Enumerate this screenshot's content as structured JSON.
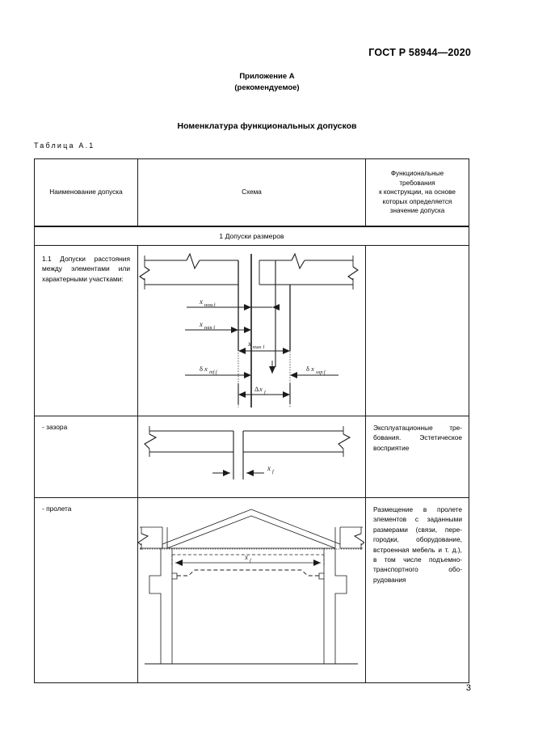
{
  "document": {
    "standard_number": "ГОСТ Р 58944—2020",
    "appendix_title": "Приложение А",
    "appendix_subtitle": "(рекомендуемое)",
    "section_title": "Номенклатура функциональных допусков",
    "table_caption": "Таблица А.1",
    "page_number": "3"
  },
  "table": {
    "headers": {
      "col1": "Наименование допуска",
      "col2": "Схема",
      "col3_line1": "Функциональные",
      "col3_line2": "требования",
      "col3_line3": "к конструкции, на основе",
      "col3_line4": "которых определяется",
      "col3_line5": "значение допуска"
    },
    "section_row": "1 Допуски размеров",
    "rows": [
      {
        "name": "1.1 Допуски расстоя­ния между элемента­ми или характерными участками:",
        "requirement": "",
        "scheme": "dimension-tolerance-diagram",
        "labels": {
          "nom": "ном.f",
          "min": "min f",
          "max": "max f",
          "inf": "inf.f",
          "sup": "sup.f",
          "delta": "f",
          "x": "x",
          "dx": "δx",
          "Dx": "Δx"
        }
      },
      {
        "name": "- зазора",
        "requirement": "Эксплуатационные тре­бования. Эстетическое восприя­тие",
        "scheme": "gap-diagram",
        "labels": {
          "x": "x",
          "sub": "f"
        }
      },
      {
        "name": "- пролета",
        "requirement": "Размещение в пролете элементов с заданными размерами (связи, пере­городки, оборудование, встроенная мебель и т. д.), в том числе подъ­емно-транспортного обо­рудования",
        "scheme": "span-diagram",
        "labels": {
          "x": "x",
          "sub": "f"
        }
      }
    ]
  }
}
